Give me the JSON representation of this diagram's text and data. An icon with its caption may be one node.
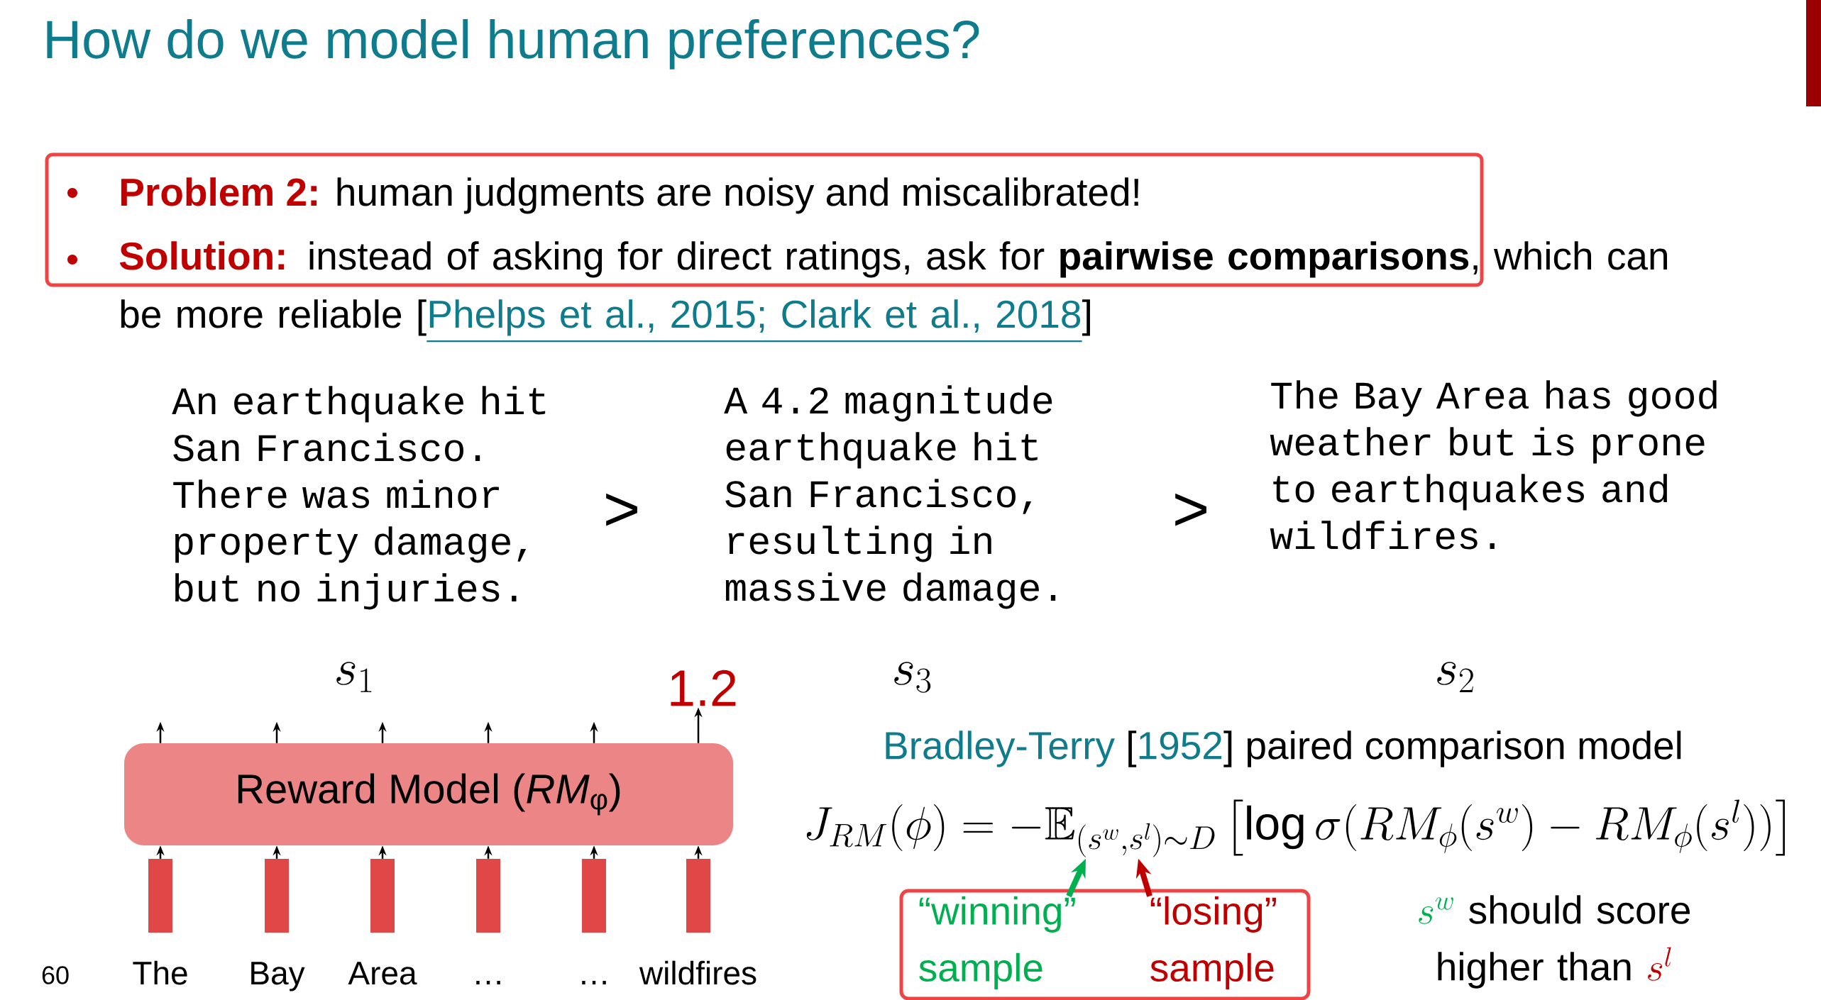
{
  "diagram": {
    "title": "How do we model human preferences?",
    "nodes": [
      {
        "text": [],
        "shape": "bar",
        "beside": [
          "The"
        ]
      },
      {
        "text": [],
        "shape": "bar",
        "beside": [
          "Bay"
        ]
      },
      {
        "text": [],
        "shape": "bar",
        "beside": [
          "Area"
        ]
      },
      {
        "text": [],
        "shape": "bar",
        "beside": [
          "…"
        ]
      },
      {
        "text": [],
        "shape": "bar",
        "beside": [
          "…"
        ]
      },
      {
        "text": [],
        "shape": "bar",
        "beside": [
          "wildfires"
        ]
      },
      {
        "text": [
          "Reward Model (*RM*$_{φ}$)"
        ]
      },
      {
        "text": [],
        "shape": "box"
      },
      {
        "text": [
          "“winning” sample"
        ],
        "in": 7
      },
      {
        "text": [
          "“losing” sample"
        ],
        "in": 7
      },
      {
        "text": [
          "1.2"
        ]
      },
      {
        "text": [
          "J_{RM}(\\phi) = -\\mathbb{E}_{(s^w,s^l)\\sim D}\\left[\\log\\sigma(RM_\\phi(s^w) - RM_\\phi(s^l))\\right]"
        ]
      }
    ],
    "edges": [
      {
        "from": 0,
        "to": 6,
        "arrow": "to"
      },
      {
        "from": 1,
        "to": 6,
        "arrow": "to"
      },
      {
        "from": 2,
        "to": 6,
        "arrow": "to"
      },
      {
        "from": 3,
        "to": 6,
        "arrow": "to"
      },
      {
        "from": 4,
        "to": 6,
        "arrow": "to"
      },
      {
        "from": 5,
        "to": 6,
        "arrow": "to"
      },
      {
        "from": 6,
        "to": null,
        "arrow": "to"
      },
      {
        "from": 6,
        "to": null,
        "arrow": "to"
      },
      {
        "from": 6,
        "to": null,
        "arrow": "to"
      },
      {
        "from": 6,
        "to": null,
        "arrow": "to"
      },
      {
        "from": 6,
        "to": null,
        "arrow": "to"
      },
      {
        "from": 6,
        "to": 10,
        "arrow": "to"
      },
      {
        "from": 8,
        "to": 11,
        "arrow": "to",
        "style": "thick",
        "color": "#00b050"
      },
      {
        "from": 9,
        "to": 11,
        "arrow": "to",
        "style": "thick",
        "color": "#c00000"
      }
    ],
    "labels": [
      "Problem 2:",
      "human judgments are noisy and miscalibrated!",
      "Solution:",
      "instead of asking for direct ratings, ask for **pairwise comparisons**, which can be more reliable [",
      "Phelps et al., 2015; Clark et al., 2018",
      "]",
      "An earthquake hit San Francisco. There was minor property damage, but no injuries.",
      ">",
      "A 4.2 magnitude earthquake hit San Francisco, resulting in massive damage.",
      ">",
      "The Bay Area has good weather but is prone to earthquakes and wildfires.",
      "s_1",
      "s_3",
      "s_2",
      "Bradley-Terry",
      "[",
      "1952",
      "] paired comparison model",
      "s^w",
      "should score higher than",
      "s^l",
      "60"
    ]
  }
}
